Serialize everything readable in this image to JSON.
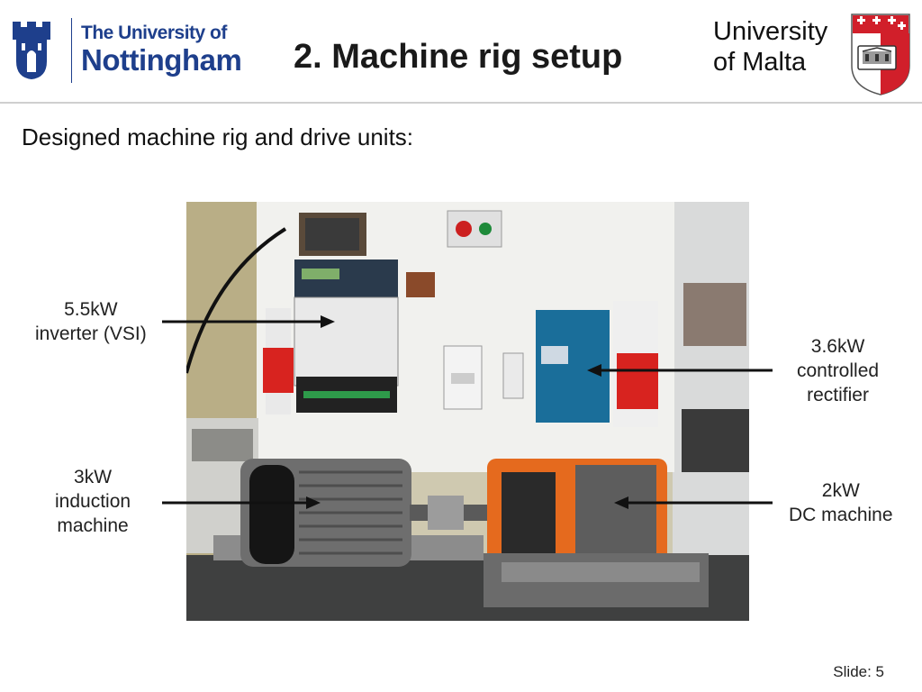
{
  "header": {
    "uon_logo": {
      "line1": "The University of",
      "line2": "Nottingham",
      "icon": "castle-crest-icon"
    },
    "title_number": "2.",
    "title_text": "Machine rig setup",
    "um_logo": {
      "line1": "University",
      "line2": "of Malta",
      "icon": "university-of-malta-shield-icon"
    }
  },
  "body": {
    "intro": "Designed machine rig and drive units:",
    "labels": {
      "inverter": [
        "5.5kW",
        "inverter (VSI)"
      ],
      "rectifier": [
        "3.6kW",
        "controlled",
        "rectifier"
      ],
      "induction": [
        "3kW",
        "induction",
        "machine"
      ],
      "dc": [
        "2kW",
        "DC machine"
      ]
    }
  },
  "footer": {
    "slide_label": "Slide: 5"
  },
  "colors": {
    "brand_blue": "#1e3f8c",
    "malta_red": "#d11f2a",
    "rig_orange": "#e56a1e",
    "rectifier_blue": "#1a6e9a"
  }
}
